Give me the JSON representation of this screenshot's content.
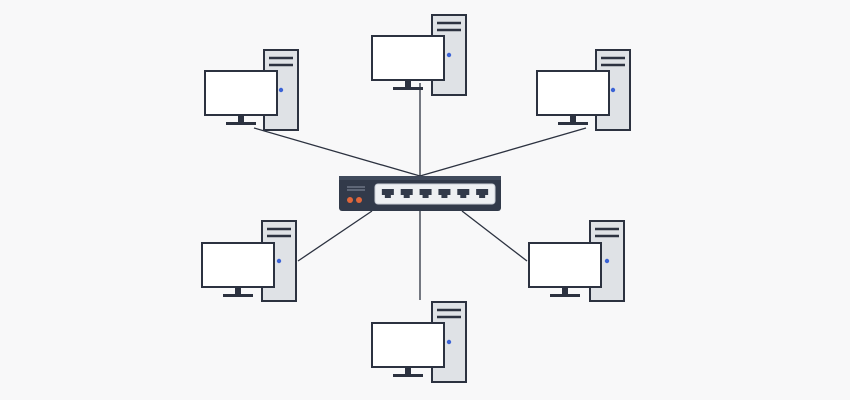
{
  "diagram": {
    "type": "star-network-topology",
    "hub": {
      "kind": "network-switch",
      "port_count": 6,
      "indicator_count": 2
    },
    "nodes": [
      {
        "id": "computer-top"
      },
      {
        "id": "computer-upper-left"
      },
      {
        "id": "computer-upper-right"
      },
      {
        "id": "computer-lower-left"
      },
      {
        "id": "computer-lower-right"
      },
      {
        "id": "computer-bottom"
      }
    ],
    "links": [
      {
        "from": "switch",
        "to": "computer-top"
      },
      {
        "from": "switch",
        "to": "computer-upper-left"
      },
      {
        "from": "switch",
        "to": "computer-upper-right"
      },
      {
        "from": "switch",
        "to": "computer-lower-left"
      },
      {
        "from": "switch",
        "to": "computer-lower-right"
      },
      {
        "from": "switch",
        "to": "computer-bottom"
      }
    ]
  },
  "colors": {
    "background": "#f8f8f9",
    "outline": "#2c3240",
    "tower_fill": "#dfe2e6",
    "monitor_fill": "#ffffff",
    "power_dot": "#3b63d6",
    "switch_body": "#323a4a",
    "switch_panel": "#eef0f3",
    "switch_leds": "#e0663a",
    "cable": "#2c3240"
  }
}
